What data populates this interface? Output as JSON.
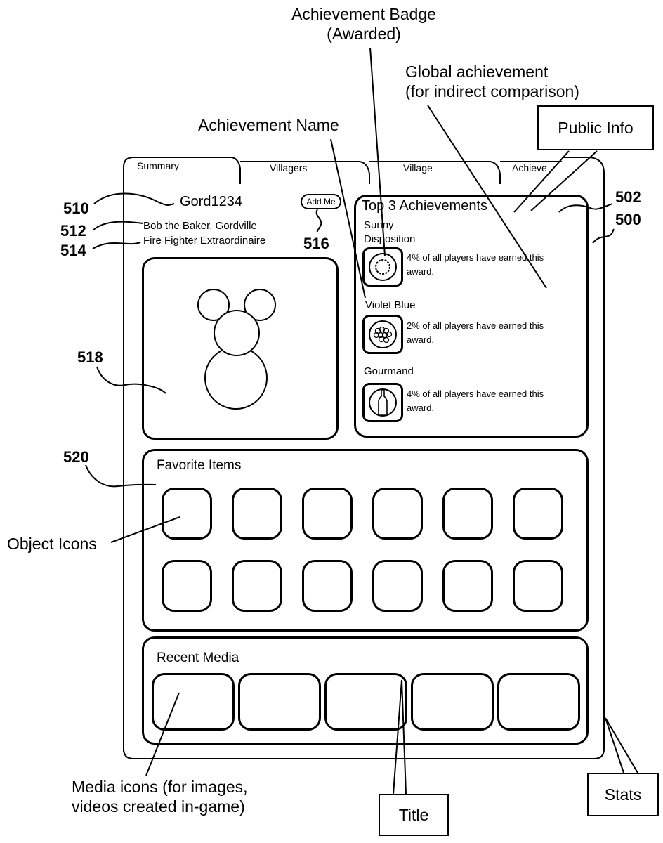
{
  "annotations": {
    "achievement_badge": "Achievement Badge\n(Awarded)",
    "achievement_badge_line1": "Achievement Badge",
    "achievement_badge_line2": "(Awarded)",
    "global_achievement_line1": "Global achievement",
    "global_achievement_line2": "(for indirect comparison)",
    "achievement_name": "Achievement Name",
    "public_info": "Public Info",
    "object_icons": "Object Icons",
    "media_icons_line1": "Media icons (for images,",
    "media_icons_line2": "videos created in-game)",
    "title": "Title",
    "stats": "Stats"
  },
  "reference_numerals": {
    "screen": "500",
    "achievements_panel": "502",
    "username": "510",
    "character_name": "512",
    "character_title": "514",
    "add_me": "516",
    "avatar": "518",
    "favorite_items": "520"
  },
  "tabs": [
    {
      "label": "Summary",
      "active": true
    },
    {
      "label": "Villagers",
      "active": false
    },
    {
      "label": "Village",
      "active": false
    },
    {
      "label": "Achieve",
      "active": false
    }
  ],
  "profile": {
    "username": "Gord1234",
    "character_line": "Bob the Baker, Gordville",
    "title_line": "Fire Fighter Extraordinaire",
    "add_me_label": "Add Me"
  },
  "achievements": {
    "heading": "Top 3 Achievements",
    "items": [
      {
        "name_line1": "Sunny",
        "name_line2": "Disposition",
        "stat_line1": "4% of all players have earned this",
        "stat_line2": "award.",
        "icon": "sun-ring-icon",
        "percent": 4
      },
      {
        "name_line1": "Violet Blue",
        "name_line2": "",
        "stat_line1": "2% of all players have earned this",
        "stat_line2": "award.",
        "icon": "berries-plate-icon",
        "percent": 2
      },
      {
        "name_line1": "Gourmand",
        "name_line2": "",
        "stat_line1": "4% of all players have earned this",
        "stat_line2": "award.",
        "icon": "bottle-icon",
        "percent": 4
      }
    ]
  },
  "favorite_items": {
    "heading": "Favorite Items",
    "count": 12
  },
  "recent_media": {
    "heading": "Recent Media",
    "count": 5
  }
}
